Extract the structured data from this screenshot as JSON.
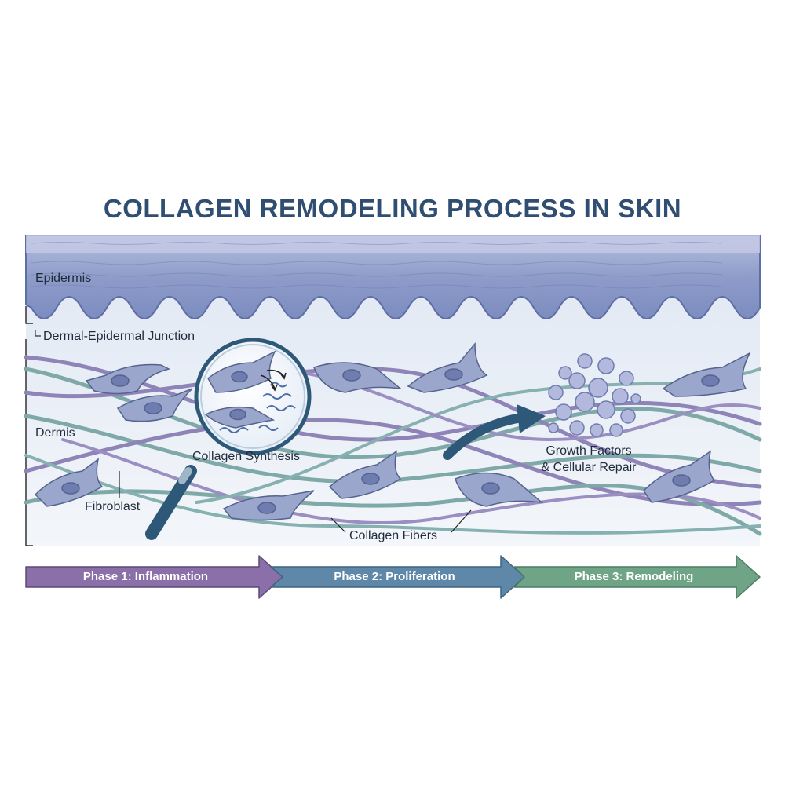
{
  "title": "COLLAGEN REMODELING PROCESS IN SKIN",
  "labels": {
    "epidermis": "Epidermis",
    "junction": "Dermal-Epidermal Junction",
    "dermis": "Dermis",
    "synthesis": "Collagen Synthesis",
    "fibroblast": "Fibroblast",
    "fibers": "Collagen Fibers",
    "growth_line1": "Growth Factors",
    "growth_line2": "& Cellular Repair"
  },
  "phases": [
    {
      "label": "Phase 1: Inflammation",
      "color": "#8a6fa8"
    },
    {
      "label": "Phase 2: Proliferation",
      "color": "#5f88a8"
    },
    {
      "label": "Phase 3: Remodeling",
      "color": "#6fa487"
    }
  ],
  "colors": {
    "title": "#2f4e72",
    "epidermis": "#8e9cc9",
    "dermis": "#e4ecf5",
    "fiber_purple": "#8f84b8",
    "fiber_teal": "#7fa9a8",
    "cell": "#9aa6cc",
    "nucleus": "#6e7cb0"
  },
  "icons": [
    "magnifier-icon",
    "growth-factor-cluster-icon",
    "arrow-icon"
  ]
}
